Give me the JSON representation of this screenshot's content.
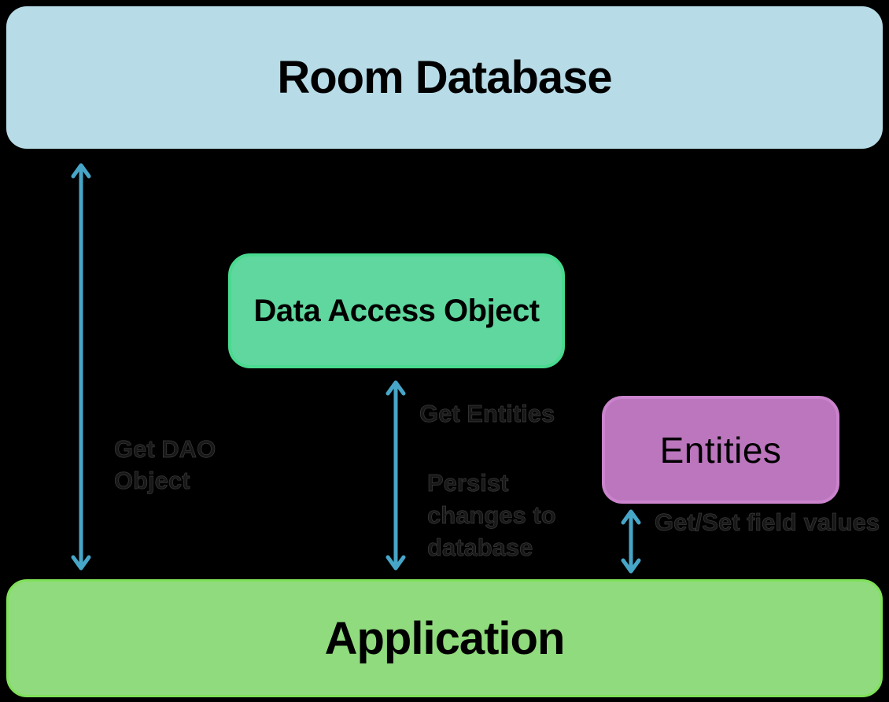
{
  "diagram_title": "Room Database architecture diagram",
  "colors": {
    "background": "#000000",
    "room_database_fill": "#b7dce8",
    "dao_fill": "#5fd79e",
    "dao_border": "#49da8f",
    "entities_fill": "#bb76bd",
    "entities_border": "#ca83cc",
    "application_fill": "#90db7d",
    "application_border": "#7fe159",
    "arrow": "#47a6c7",
    "faint_label_text": "#181818",
    "box_text": "#000000"
  },
  "boxes": {
    "room_database": {
      "label": "Room Database"
    },
    "dao": {
      "label": "Data Access Object"
    },
    "entities": {
      "label": "Entities"
    },
    "application": {
      "label": "Application"
    }
  },
  "arrows": {
    "room_to_application": {
      "style": "double-headed",
      "label_line1": "Get DAO",
      "label_line2": "Object"
    },
    "dao_to_application": {
      "style": "double-headed",
      "label_top": "Get Entities",
      "label_bottom_line1": "Persist",
      "label_bottom_line2": "changes to",
      "label_bottom_line3": "database"
    },
    "entities_to_application": {
      "style": "double-headed",
      "label": "Get/Set field values"
    }
  }
}
